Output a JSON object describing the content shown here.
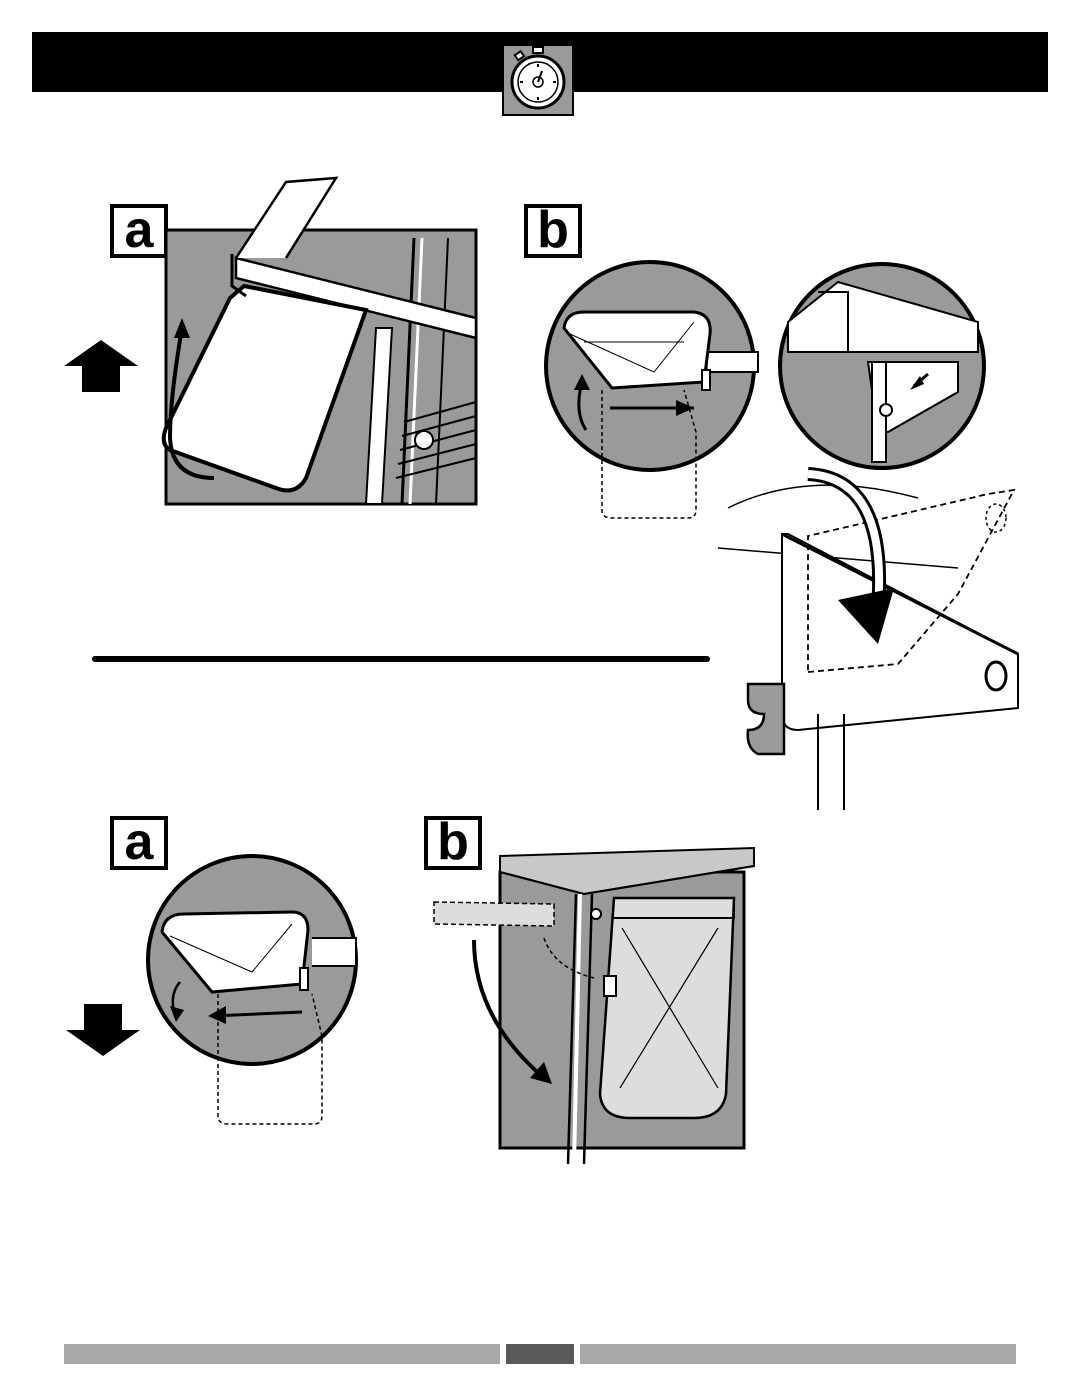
{
  "header": {
    "timer_icon": "stopwatch-icon"
  },
  "section_1": {
    "step_a": {
      "label": "a",
      "direction_icon": "up-arrow-icon"
    },
    "step_b": {
      "label": "b"
    }
  },
  "section_2": {
    "step_a": {
      "label": "a",
      "direction_icon": "down-arrow-icon"
    },
    "step_b": {
      "label": "b"
    }
  },
  "footer": {
    "page_number": ""
  },
  "colors": {
    "panel_gray": "#9a9a9a",
    "ink": "#000000",
    "bar_gray": "#a8a8a8",
    "bar_dark": "#595959"
  }
}
